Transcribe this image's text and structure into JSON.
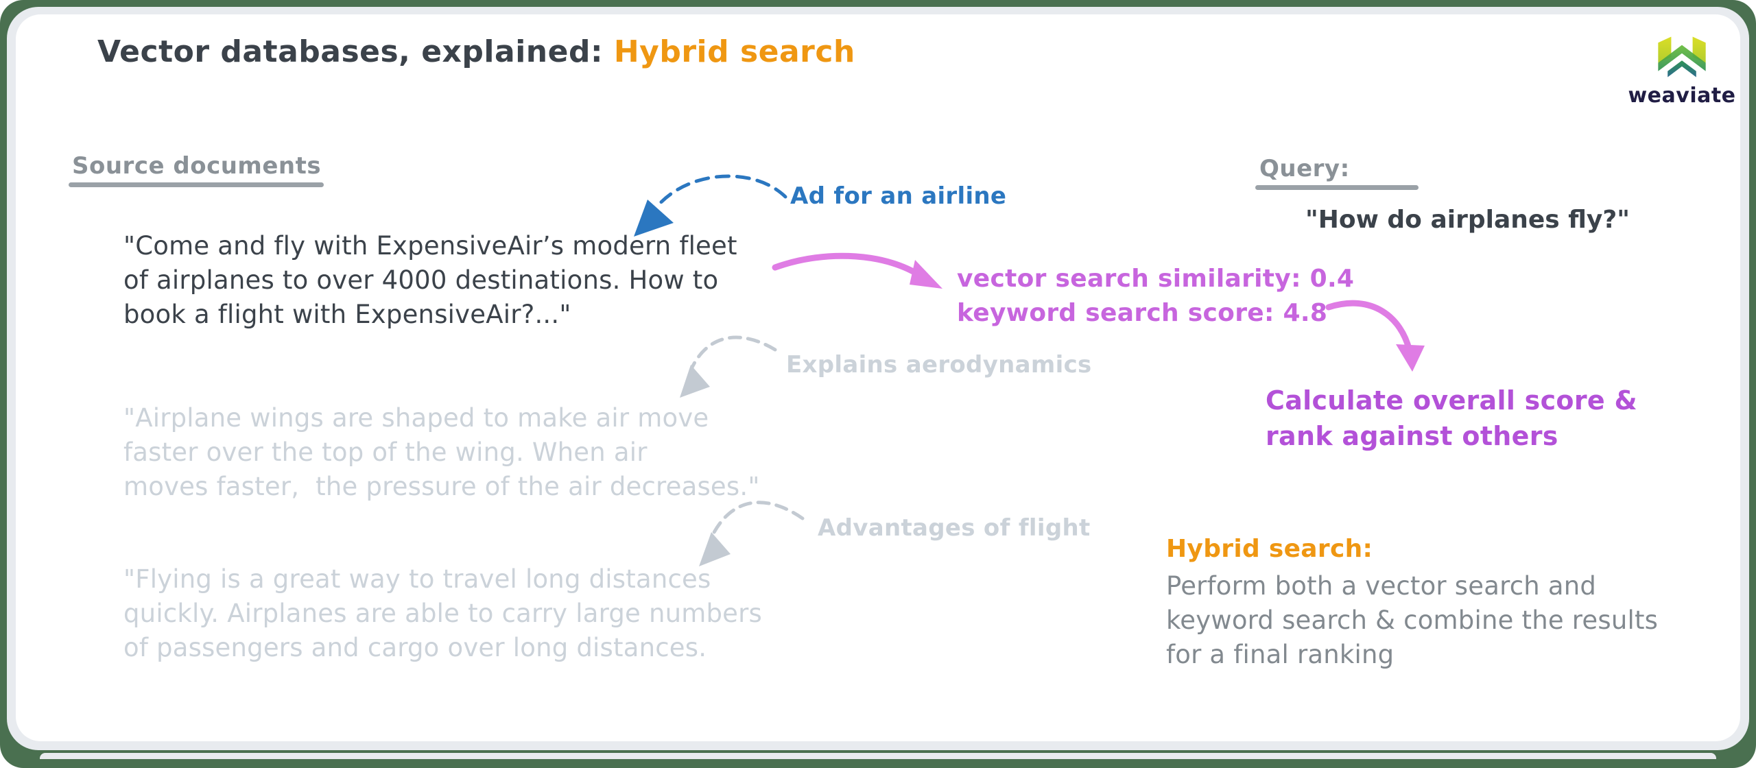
{
  "title": {
    "prefix": "Vector databases, explained: ",
    "highlight": "Hybrid search"
  },
  "brand": {
    "name": "weaviate",
    "logo_icon": "weaviate-w-logo"
  },
  "colors": {
    "background_green": "#4a7050",
    "card": "#ffffff",
    "ink": "#3b424a",
    "muted_heading": "#8a9197",
    "faded_text": "#cbd2d9",
    "note_gray": "#82898f",
    "orange_accent": "#ef9712",
    "blue_accent": "#2b77c0",
    "magenta_accent": "#c765de",
    "purple_accent": "#b351d8",
    "pink_arrow": "#df7ce4"
  },
  "source_documents": {
    "heading": "Source documents",
    "docs": [
      {
        "annotation": "Ad for an airline",
        "state": "highlighted",
        "lines": [
          "\"Come and fly with ExpensiveAir’s modern fleet",
          "of airplanes to over 4000 destinations. How to",
          "book a flight with ExpensiveAir?...\""
        ]
      },
      {
        "annotation": "Explains aerodynamics",
        "state": "faded",
        "lines": [
          "\"Airplane wings are shaped to make air move",
          "faster over the top of the wing. When air",
          "moves faster,  the pressure of the air decreases.\""
        ]
      },
      {
        "annotation": "Advantages of flight",
        "state": "faded",
        "lines": [
          "\"Flying is a great way to travel long distances",
          "quickly. Airplanes are able to carry large numbers",
          "of passengers and cargo over long distances."
        ]
      }
    ]
  },
  "query": {
    "heading": "Query:",
    "text": "\"How do airplanes fly?\""
  },
  "scoring": {
    "vector_similarity_label": "vector search similarity: 0.4",
    "keyword_score_label": "keyword search score: 4.8"
  },
  "calculate_note": {
    "lines": [
      "Calculate overall score &",
      "rank against others"
    ]
  },
  "hybrid_note": {
    "heading": "Hybrid search:",
    "lines": [
      "Perform both a vector search and",
      "keyword search & combine the results",
      "for a final ranking"
    ]
  }
}
